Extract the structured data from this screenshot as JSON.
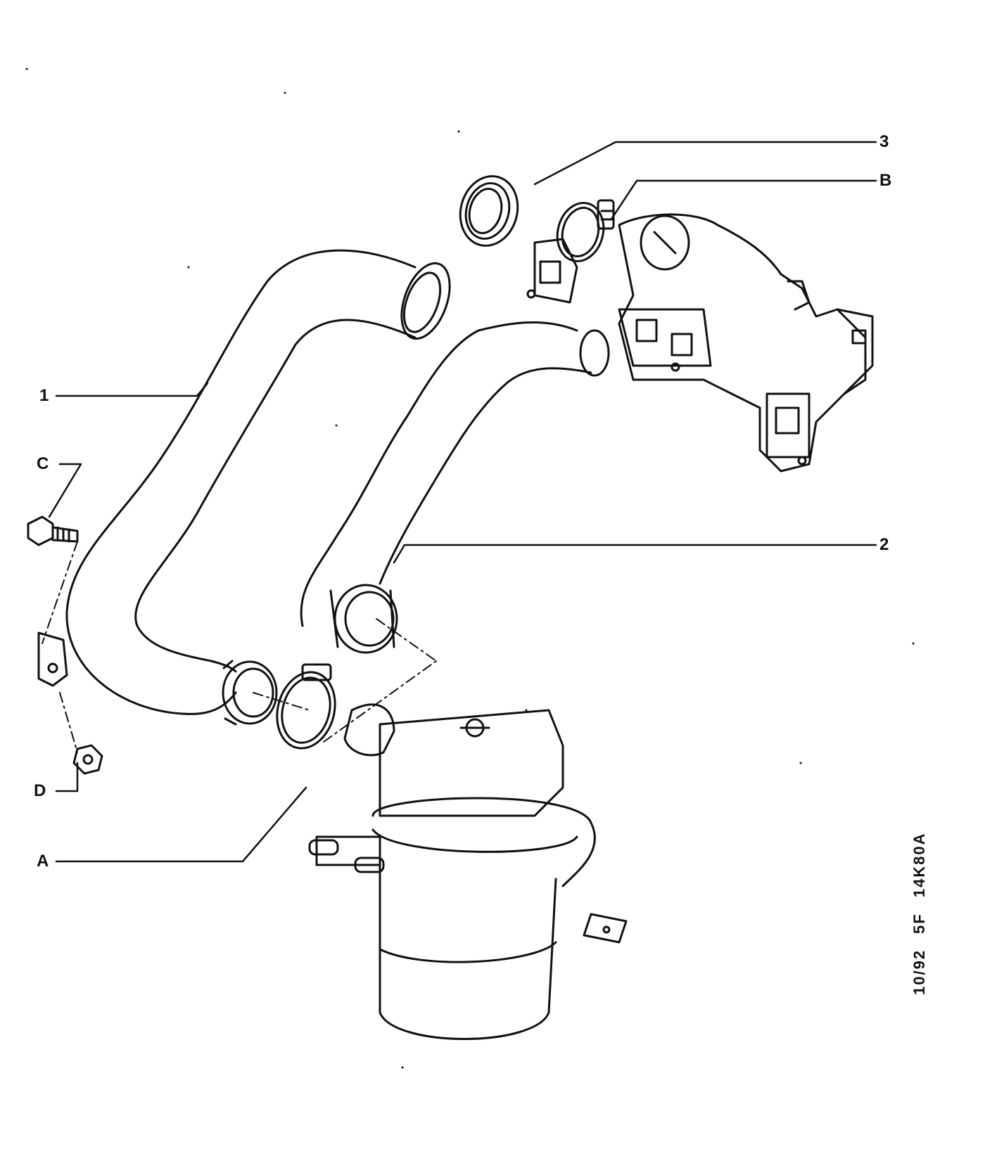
{
  "callouts": {
    "part_1": "1",
    "part_2": "2",
    "part_3": "3",
    "part_A": "A",
    "part_B": "B",
    "part_C": "C",
    "part_D": "D"
  },
  "footer": {
    "date": "10/92",
    "section": "5F",
    "ref": "14K80A"
  },
  "colors": {
    "ink": "#111111",
    "paper": "#ffffff"
  }
}
